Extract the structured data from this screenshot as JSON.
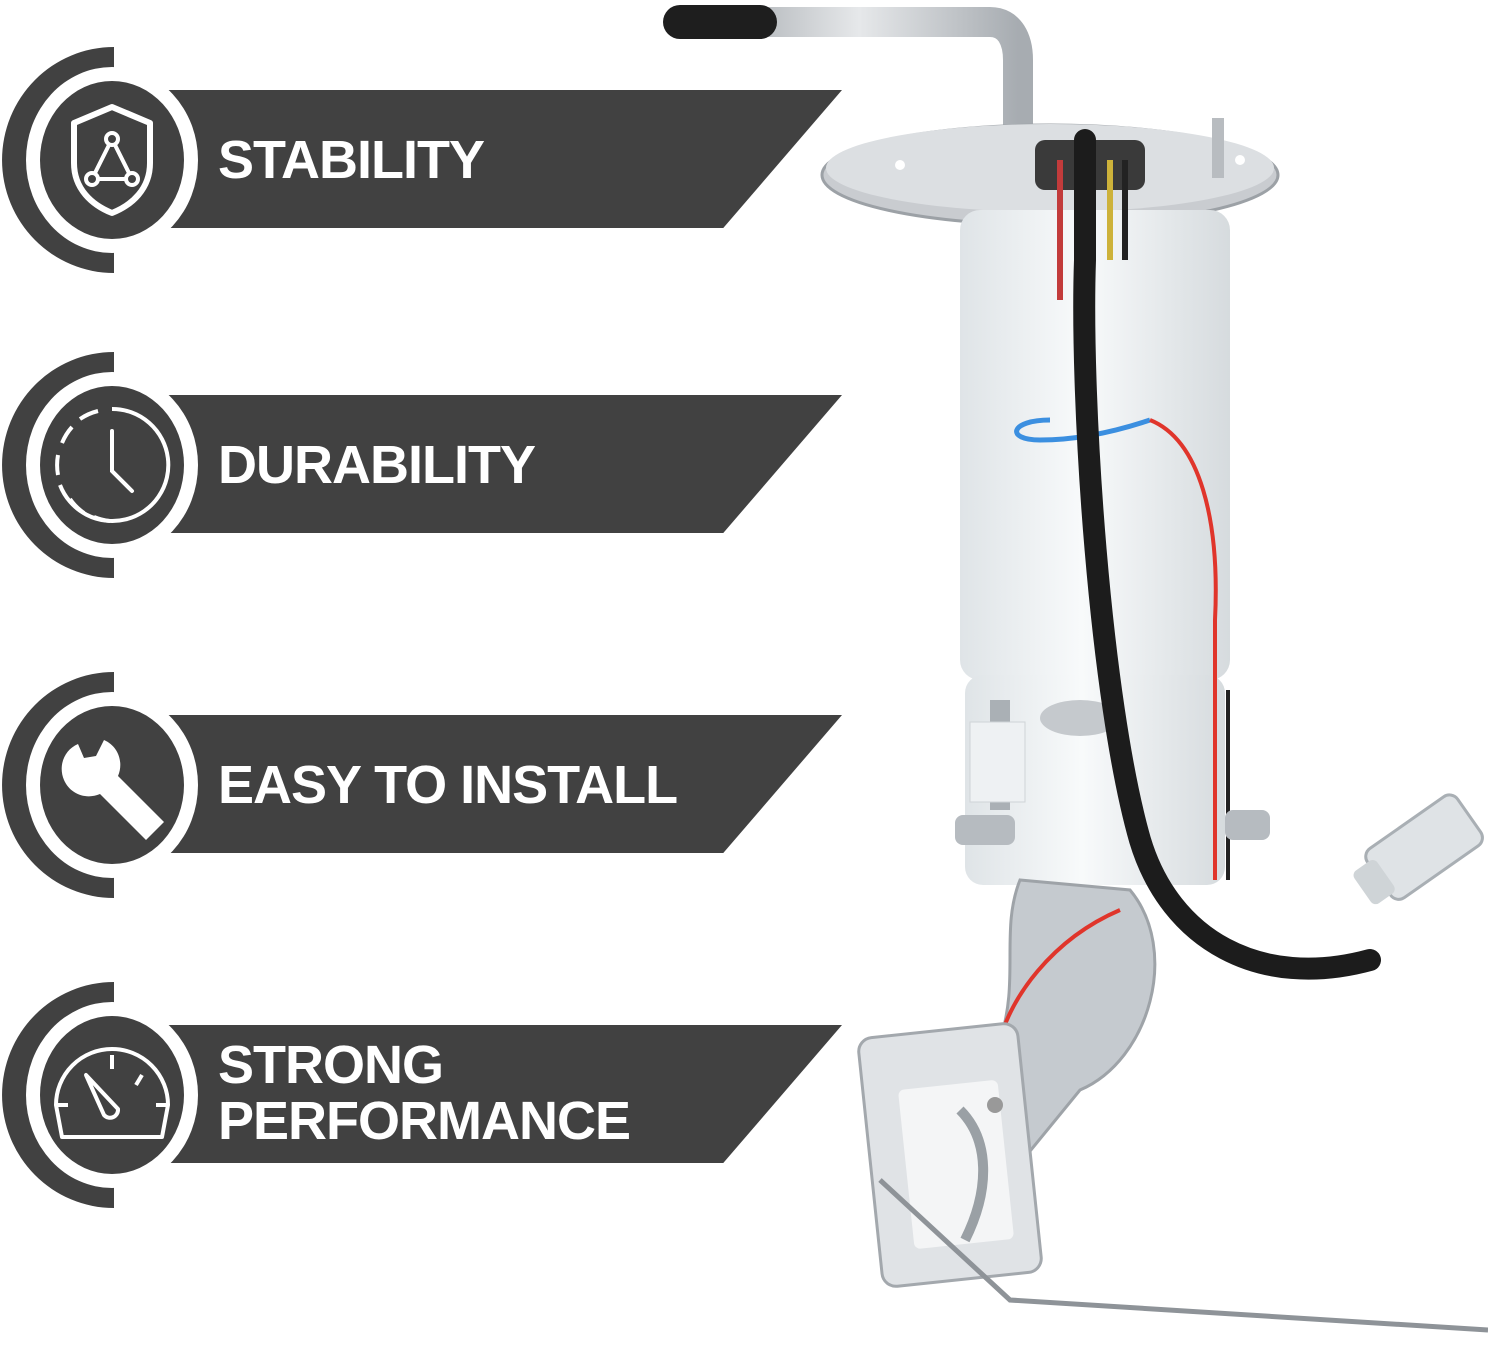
{
  "features": [
    {
      "label": "STABILITY",
      "icon": "shield-triangle-icon"
    },
    {
      "label": "DURABILITY",
      "icon": "clock-icon"
    },
    {
      "label": "EASY TO INSTALL",
      "icon": "wrench-icon"
    },
    {
      "label_line1": "STRONG",
      "label_line2": "PERFORMANCE",
      "icon": "speedometer-icon"
    }
  ],
  "colors": {
    "banner": "#414141",
    "text": "#ffffff",
    "background": "#ffffff",
    "wire_red": "#e0352b",
    "wire_blue": "#3b8fe0",
    "hose_black": "#1c1c1c",
    "flange_metal": "#c8cbd0",
    "canister_white": "#eef1f3"
  },
  "product": {
    "name": "fuel-pump-assembly"
  }
}
